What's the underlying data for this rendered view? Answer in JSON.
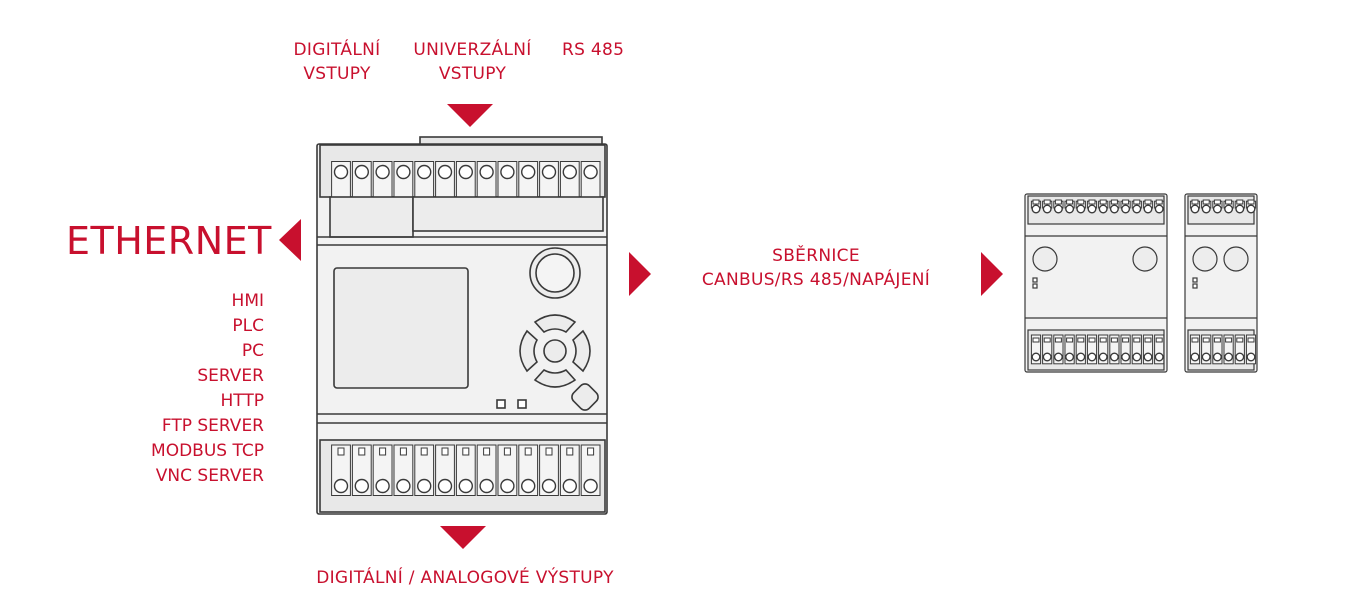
{
  "labels": {
    "digital_inputs": [
      "DIGITÁLNÍ",
      "VSTUPY"
    ],
    "universal_inputs": [
      "UNIVERZÁLNÍ",
      "VSTUPY"
    ],
    "rs485": "RS 485",
    "ethernet": "ETHERNET",
    "bus": [
      "SBĚRNICE",
      "CANBUS/RS 485/NAPÁJENÍ"
    ],
    "outputs": "DIGITÁLNÍ / ANALOGOVÉ VÝSTUPY"
  },
  "ethernet_services": [
    "HMI",
    "PLC",
    "PC",
    "SERVER",
    "HTTP",
    "FTP SERVER",
    "MODBUS TCP",
    "VNC SERVER"
  ],
  "colors": {
    "accent": "#c8102e",
    "device_fill": "#f2f2f2",
    "device_stroke": "#3a3a3a"
  },
  "icons": [
    "arrow-down-icon",
    "arrow-left-icon",
    "arrow-right-icon",
    "controller-device-icon",
    "expansion-module-icon"
  ]
}
